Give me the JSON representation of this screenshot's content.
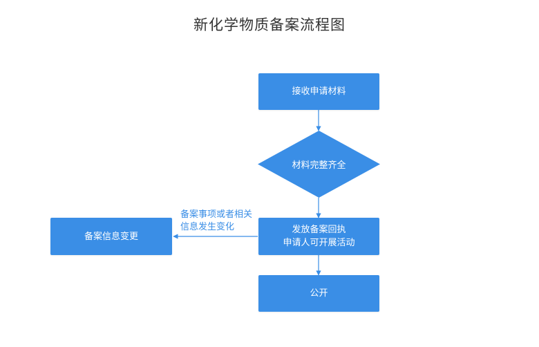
{
  "title": "新化学物质备案流程图",
  "colors": {
    "node_fill": "#3a8ee6",
    "node_text": "#ffffff",
    "connector": "#3a8ee6",
    "note_text": "#3a8ee6",
    "title_text": "#333333"
  },
  "nodes": {
    "receive": {
      "label": "接收申请材料"
    },
    "complete_check": {
      "label": "材料完整齐全"
    },
    "issue_receipt": {
      "line1": "发放备案回执",
      "line2": "申请人可开展活动"
    },
    "publish": {
      "label": "公开"
    },
    "info_change": {
      "label": "备案信息变更"
    }
  },
  "edges": {
    "change_condition": {
      "line1": "备案事项或者相关",
      "line2": "信息发生变化"
    }
  }
}
